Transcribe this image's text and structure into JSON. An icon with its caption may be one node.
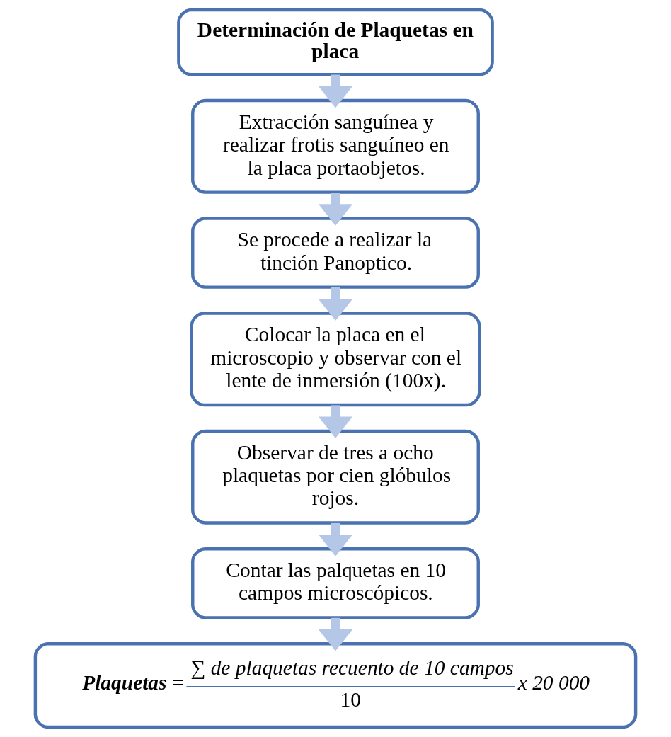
{
  "diagram": {
    "nodes": [
      {
        "text": [
          "Determinación de Plaquetas en placa"
        ]
      },
      {
        "text": [
          "Extracción sanguínea y realizar frotis sanguíneo en la placa portaobjetos."
        ]
      },
      {
        "text": [
          "Se procede a realizar la tinción Panoptico."
        ]
      },
      {
        "text": [
          "Colocar la placa en el microscopio y observar con el lente de inmersión (100x)."
        ]
      },
      {
        "text": [
          "Observar de tres a ocho plaquetas por cien glóbulos rojos."
        ]
      },
      {
        "text": [
          "Contar las palquetas en 10 campos microscópicos."
        ]
      },
      {
        "text": [
          "Plaquetas =",
          "∑ de plaquetas recuento de 10 campos",
          "10",
          "x 20 000"
        ]
      }
    ],
    "edges": [
      {
        "from": 0,
        "to": 1,
        "arrow": "to"
      },
      {
        "from": 1,
        "to": 2,
        "arrow": "to"
      },
      {
        "from": 2,
        "to": 3,
        "arrow": "to"
      },
      {
        "from": 3,
        "to": 4,
        "arrow": "to"
      },
      {
        "from": 4,
        "to": 5,
        "arrow": "to"
      },
      {
        "from": 5,
        "to": 6,
        "arrow": "to"
      }
    ]
  }
}
